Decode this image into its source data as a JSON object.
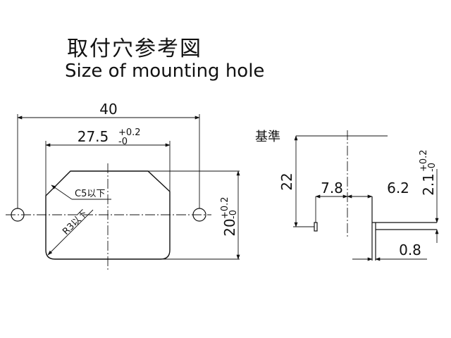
{
  "title": {
    "jp": "取付穴参考図",
    "en": "Size of mounting hole"
  },
  "front_view": {
    "overall_width": "40",
    "opening_width": "27.5",
    "opening_width_tol_plus": "+0.2",
    "opening_width_tol_minus": "-0",
    "opening_height": "20",
    "opening_height_tol_plus": "+0.2",
    "opening_height_tol_minus": "-0",
    "chamfer_note": "C5以下",
    "radius_note": "R3以下"
  },
  "side_view": {
    "datum_label": "基準",
    "height": "22",
    "offset_a": "7.8",
    "offset_b": "6.2",
    "thickness_value": "2.1",
    "thickness_tol_plus": "+0.2",
    "thickness_tol_minus": "-0",
    "plate_thickness": "0.8"
  }
}
